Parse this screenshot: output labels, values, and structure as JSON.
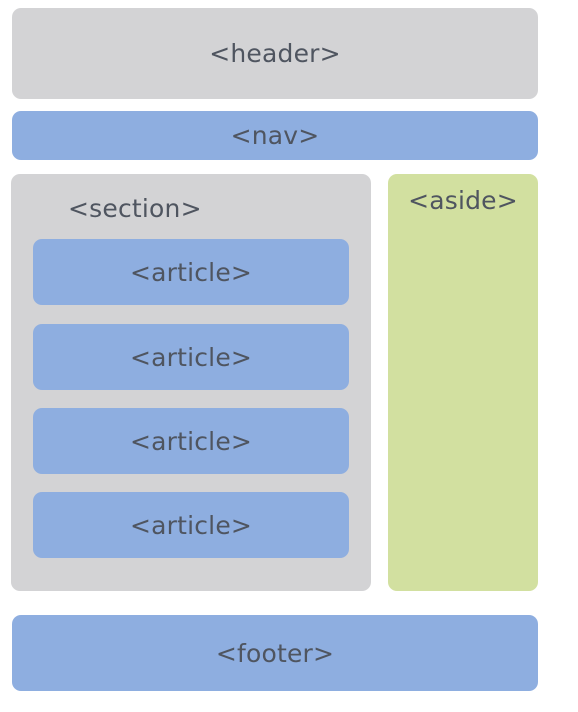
{
  "layout": {
    "header_label": "<header>",
    "nav_label": "<nav>",
    "section_label": "<section>",
    "aside_label": "<aside>",
    "articles": [
      "<article>",
      "<article>",
      "<article>",
      "<article>"
    ],
    "footer_label": "<footer>"
  },
  "colors": {
    "gray": "#d3d3d5",
    "blue": "#8eaee0",
    "green": "#d2e0a0",
    "text": "#4f5560"
  }
}
